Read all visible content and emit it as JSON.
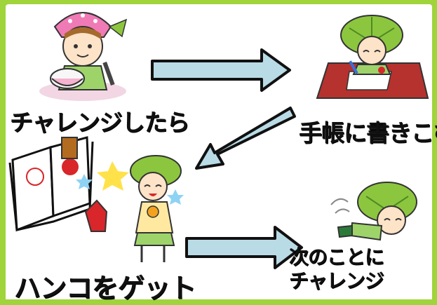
{
  "steps": [
    {
      "label": "チャレンジしたら",
      "illustration": "girl-baking-icon"
    },
    {
      "label": "手帳に書きこむ",
      "illustration": "girl-writing-notebook-icon"
    },
    {
      "label": "ハンコをゲット",
      "illustration": "stamp-book-celebration-icon"
    },
    {
      "label_line1": "次のことに",
      "label_line2": "チャレンジ",
      "illustration": "girl-flying-icon"
    }
  ],
  "arrows": [
    "right-arrow",
    "down-left-arrow",
    "right-arrow"
  ],
  "colors": {
    "background": "#9fd43a",
    "arrow_fill": "#b9dbe6",
    "arrow_stroke": "#111111",
    "leaf_hair": "#8cc63f",
    "kerchief": "#f07ab5",
    "desk": "#b5322e",
    "stamp_red": "#d8262a"
  }
}
